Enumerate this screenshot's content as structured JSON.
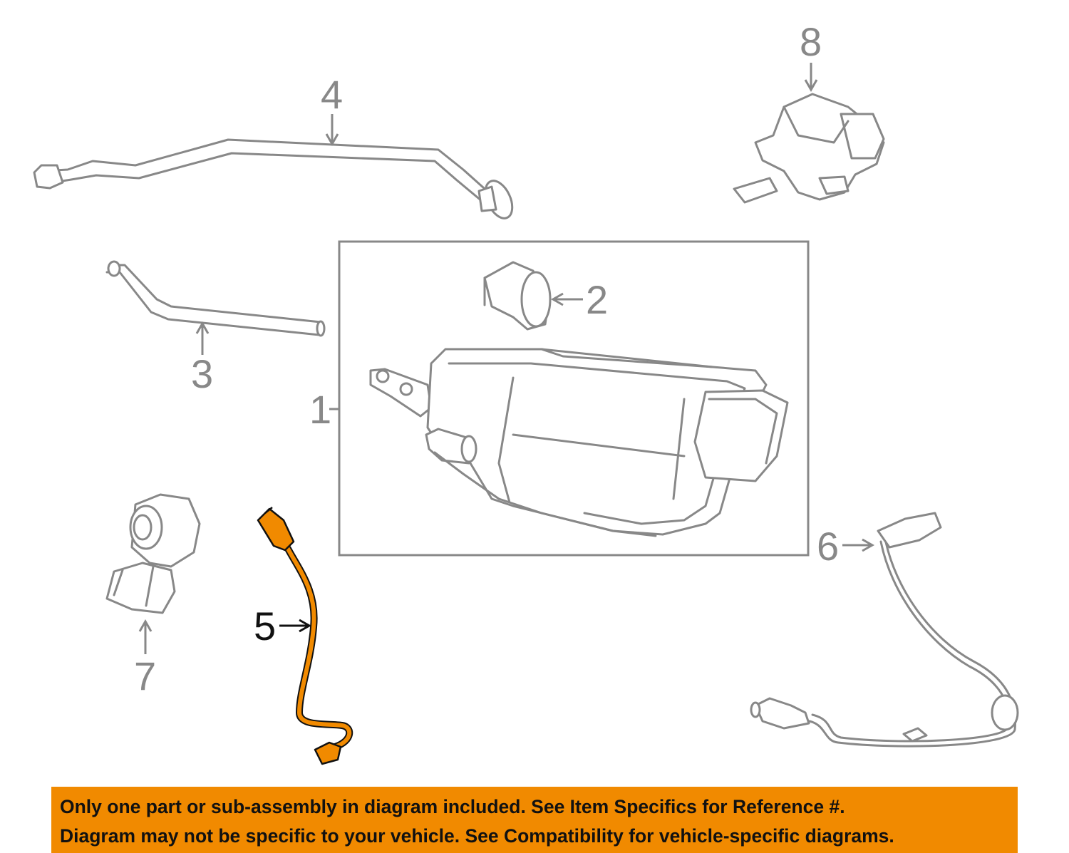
{
  "diagram": {
    "callouts": {
      "c1": "1",
      "c2": "2",
      "c3": "3",
      "c4": "4",
      "c5": "5",
      "c6": "6",
      "c7": "7",
      "c8": "8"
    },
    "highlight_color": "#f18a00",
    "line_color": "#888888"
  },
  "disclaimer": {
    "line1": "Only one part or sub-assembly in diagram included. See Item Specifics for Reference #.",
    "line2": "Diagram may not be specific to your vehicle. See Compatibility for vehicle-specific diagrams.",
    "background": "#f18a00"
  }
}
